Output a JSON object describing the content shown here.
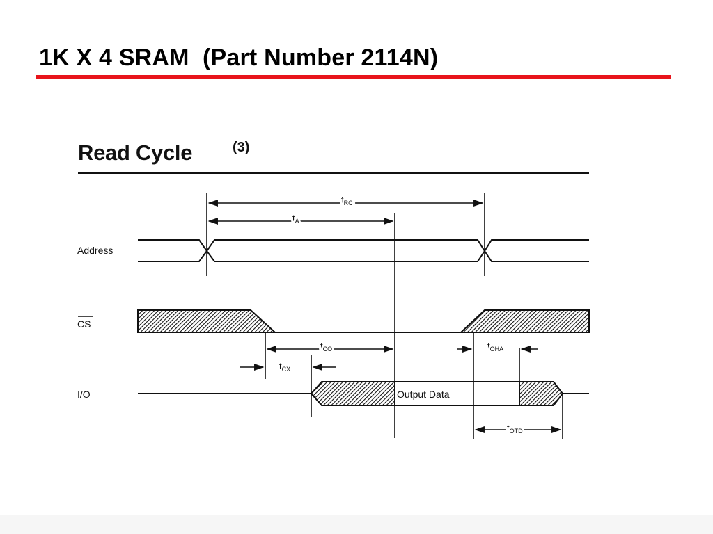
{
  "slide": {
    "title": "1K X 4 SRAM  (Part Number 2114N)",
    "accent_color": "#e8141b"
  },
  "diagram": {
    "heading": "Read Cycle",
    "heading_note": "(3)",
    "signals": {
      "address": "Address",
      "cs": "CS",
      "io": "I/O"
    },
    "io_label": "Output Data",
    "timing": {
      "trc": {
        "main": "t",
        "sub": "RC"
      },
      "ta": {
        "main": "t",
        "sub": "A"
      },
      "tco": {
        "main": "t",
        "sub": "CO"
      },
      "tcx": {
        "main": "t",
        "sub": "CX"
      },
      "toha": {
        "main": "t",
        "sub": "OHA"
      },
      "totd": {
        "main": "t",
        "sub": "OTD"
      }
    }
  }
}
